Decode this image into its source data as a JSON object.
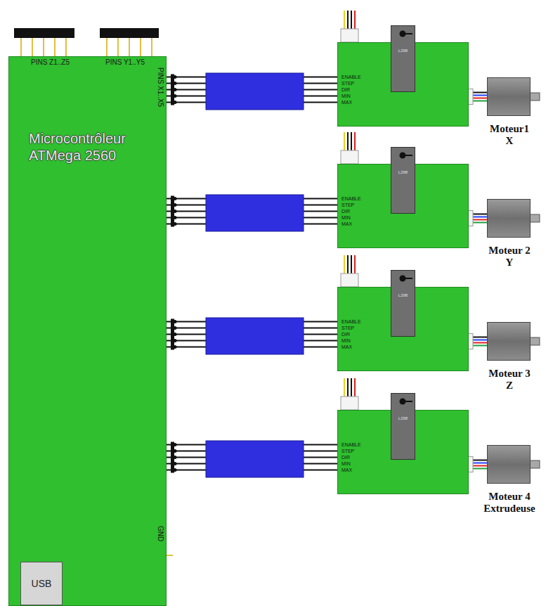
{
  "diagram": {
    "nodes": [
      {
        "text": [
          "Microcontrôleur ATMega 2560"
        ]
      },
      {
        "text": [
          "USB"
        ],
        "in": 0
      },
      {
        "text": [
          "ENABLE",
          "STEP",
          "DIR",
          "MIN",
          "MAX"
        ]
      },
      {
        "text": [
          "L298"
        ],
        "in": 2
      },
      {
        "text": [
          "Moteur1 X"
        ]
      },
      {
        "text": [
          "ENABLE",
          "STEP",
          "DIR",
          "MIN",
          "MAX"
        ]
      },
      {
        "text": [
          "L298"
        ],
        "in": 5
      },
      {
        "text": [
          "Moteur 2 Y"
        ]
      },
      {
        "text": [
          "ENABLE",
          "STEP",
          "DIR",
          "MIN",
          "MAX"
        ]
      },
      {
        "text": [
          "L298"
        ],
        "in": 8
      },
      {
        "text": [
          "Moteur 3 Z"
        ]
      },
      {
        "text": [
          "ENABLE",
          "STEP",
          "DIR",
          "MIN",
          "MAX"
        ]
      },
      {
        "text": [
          "L298"
        ],
        "in": 11
      },
      {
        "text": [
          "Moteur 4 Extrudeuse"
        ]
      }
    ],
    "edges": [
      {
        "from": 0,
        "to": 2,
        "arrow": "none"
      },
      {
        "from": 2,
        "to": 4,
        "arrow": "none"
      },
      {
        "from": 0,
        "to": 5,
        "arrow": "none"
      },
      {
        "from": 5,
        "to": 7,
        "arrow": "none"
      },
      {
        "from": 0,
        "to": 8,
        "arrow": "none"
      },
      {
        "from": 8,
        "to": 10,
        "arrow": "none"
      },
      {
        "from": 0,
        "to": 11,
        "arrow": "none"
      },
      {
        "from": 11,
        "to": 13,
        "arrow": "none"
      }
    ],
    "labels": [
      "PINS Z1..Z5",
      "PINS Y1..Y5",
      "PINS X1..X5",
      "GND"
    ]
  }
}
